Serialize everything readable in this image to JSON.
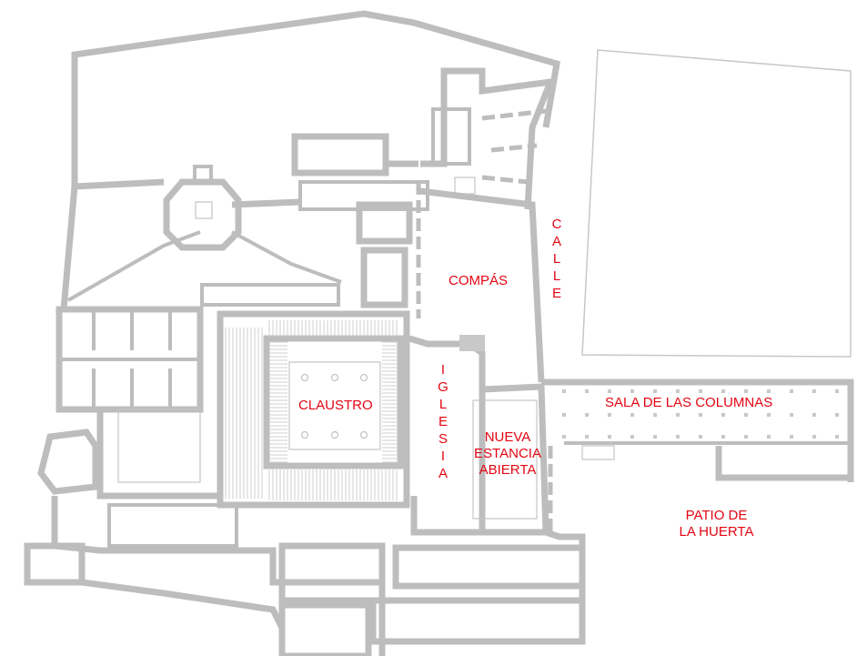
{
  "labels": {
    "compas": "COMPÁS",
    "calle": "CALLE",
    "claustro": "CLAUSTRO",
    "iglesia": "IGLESIA",
    "nueva_estancia_1": "NUEVA",
    "nueva_estancia_2": "ESTANCIA",
    "nueva_estancia_3": "ABIERTA",
    "sala_columnas": "SALA DE LAS COLUMNAS",
    "patio_1": "PATIO DE",
    "patio_2": "LA HUERTA"
  },
  "colors": {
    "label": "#e30613",
    "wall": "#bdbdbd",
    "background": "#ffffff"
  }
}
